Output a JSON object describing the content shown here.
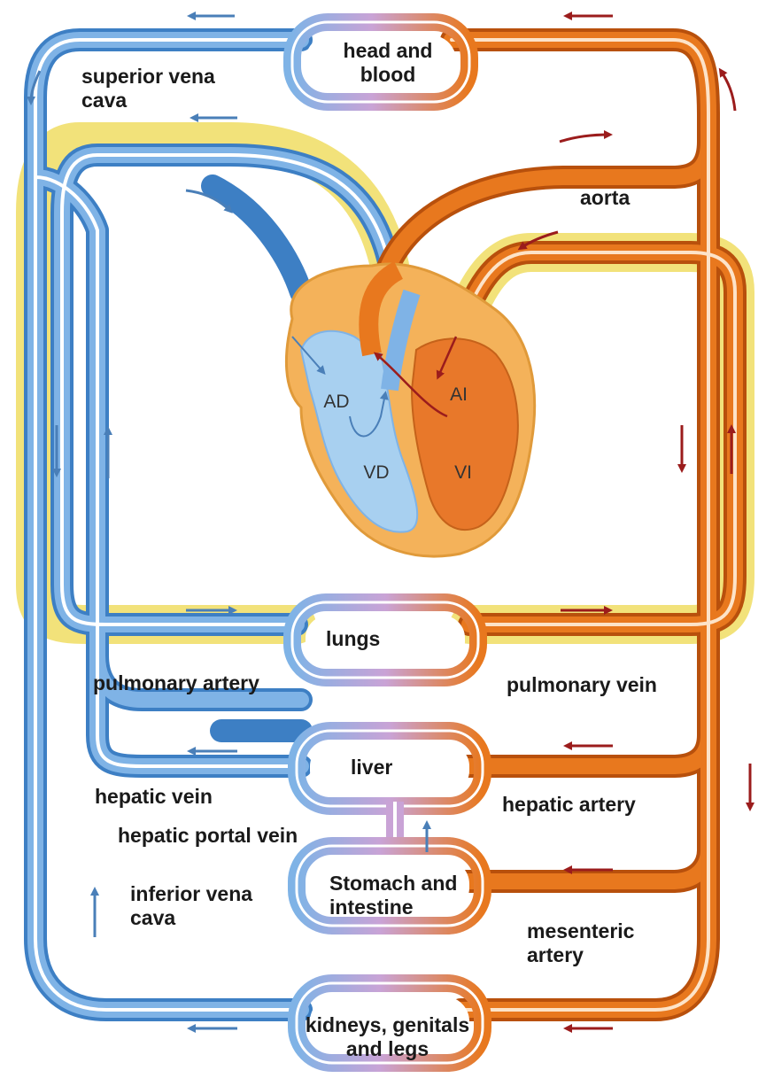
{
  "labels": {
    "head": [
      "head and",
      "blood"
    ],
    "superior_vena_cava": [
      "superior vena",
      "cava"
    ],
    "aorta": "aorta",
    "lungs": "lungs",
    "pulmonary_artery": "pulmonary artery",
    "pulmonary_vein": "pulmonary vein",
    "liver": "liver",
    "hepatic_vein": "hepatic vein",
    "hepatic_artery": "hepatic artery",
    "hepatic_portal_vein": "hepatic portal vein",
    "stomach": [
      "Stomach and",
      "intestine"
    ],
    "inferior_vena_cava": [
      "inferior vena",
      "cava"
    ],
    "mesenteric_artery": [
      "mesenteric",
      "artery"
    ],
    "kidneys": [
      "kidneys, genitals",
      "and legs"
    ]
  },
  "heart_labels": {
    "right_atrium": "AD",
    "left_atrium": "AI",
    "right_ventricle": "VD",
    "left_ventricle": "VI"
  },
  "colors": {
    "vein_blue": "#7fb3e6",
    "vein_outline": "#3d7fc4",
    "artery_orange": "#e8781e",
    "artery_outline": "#b8500c",
    "pulmonary_yellow": "#f2e27a",
    "capillary_purple": "#c9a3d6",
    "arrow_blue": "#4a7fb8",
    "arrow_red": "#9b1c1c",
    "heart_outer": "#f4b25a",
    "heart_right": "#a8d0f0",
    "heart_left": "#e8782a"
  }
}
